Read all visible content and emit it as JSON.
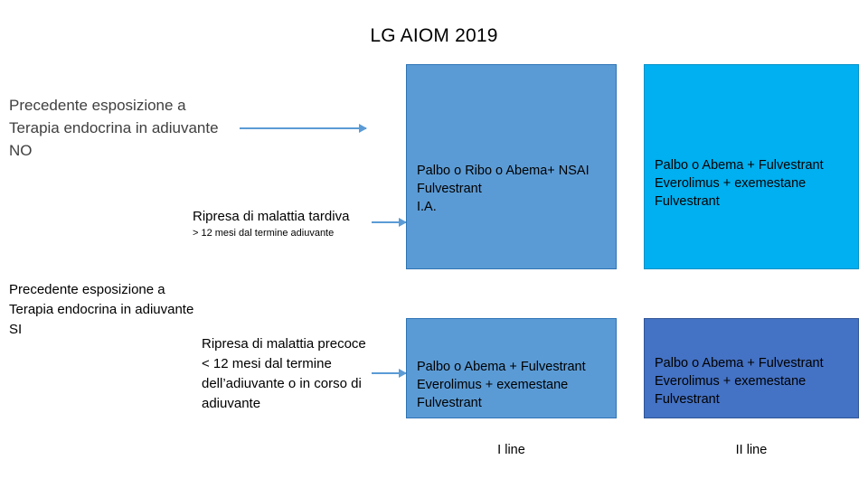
{
  "title": "LG AIOM 2019",
  "left_labels": [
    {
      "name": "prior-endocrine-no",
      "text": "Precedente esposizione a\nTerapia endocrina in adiuvante\nNO"
    },
    {
      "name": "prior-endocrine-si",
      "text": "Precedente esposizione a\nTerapia endocrina in adiuvante\nSI"
    }
  ],
  "branch_labels": [
    {
      "name": "late-relapse",
      "text": "Ripresa di malattia tardiva"
    },
    {
      "name": "late-relapse-note",
      "text": "> 12 mesi dal termine adiuvante"
    },
    {
      "name": "early-relapse",
      "text": "Ripresa di malattia precoce\n< 12 mesi dal termine\ndell’adiuvante o in corso di\nadiuvante"
    }
  ],
  "boxes": [
    {
      "name": "first-line-no-prior-endocrine",
      "text": "Palbo o Ribo o Abema+ NSAI\nFulvestrant\nI.A."
    },
    {
      "name": "second-line-no-prior-endocrine",
      "text": "Palbo o Abema + Fulvestrant\nEverolimus + exemestane\nFulvestrant"
    },
    {
      "name": "first-line-prior-endocrine",
      "text": "Palbo o Abema + Fulvestrant\nEverolimus + exemestane\nFulvestrant"
    },
    {
      "name": "second-line-prior-endocrine",
      "text": "Palbo o Abema + Fulvestrant\nEverolimus + exemestane\nFulvestrant"
    }
  ],
  "footer": {
    "first_line": "I line",
    "second_line": "II line"
  },
  "colors": {
    "column1": "#5B9BD5",
    "column2_top": "#00B0F0",
    "column2_bottom": "#4472C4",
    "arrow": "#5B9BD5",
    "muted_text": "#404040"
  }
}
